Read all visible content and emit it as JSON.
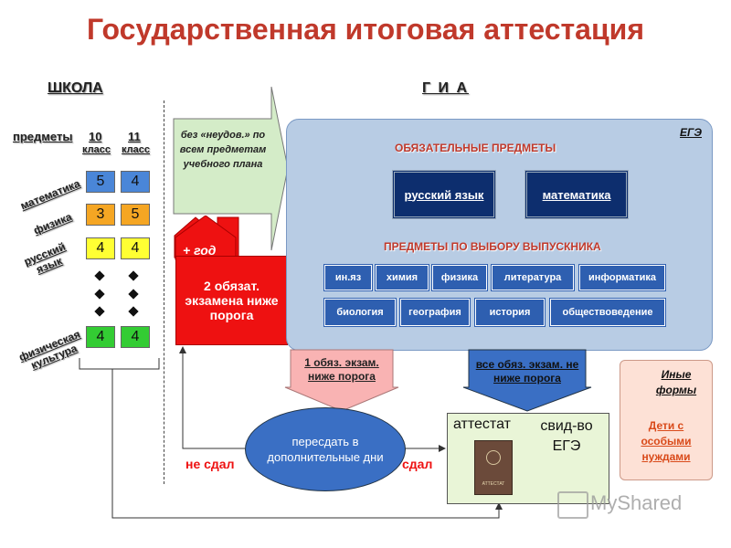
{
  "title": "Государственная итоговая аттестация",
  "school": {
    "header": "ШКОЛА",
    "subjects_header": "предметы",
    "grade10": "10",
    "grade11": "11",
    "class_label": "класс",
    "subjects": [
      {
        "name": "математика",
        "g10": "5",
        "g11": "4"
      },
      {
        "name": "физика",
        "g10": "3",
        "g11": "5"
      },
      {
        "name": "русский язык",
        "g10": "4",
        "g11": "4"
      },
      {
        "name": "физическая культура",
        "g10": "4",
        "g11": "4"
      }
    ]
  },
  "gia": {
    "header": "Г И А",
    "arrow_text": "без «неудов.» по всем предметам учебного плана",
    "ege": {
      "label": "ЕГЭ",
      "mandatory_title": "ОБЯЗАТЕЛЬНЫЕ ПРЕДМЕТЫ",
      "mandatory": [
        "русский язык",
        "математика"
      ],
      "elective_title": "ПРЕДМЕТЫ ПО ВЫБОРУ ВЫПУСКНИКА",
      "electives_row1": [
        "ин.яз",
        "химия",
        "физика",
        "литература",
        "информатика"
      ],
      "electives_row2": [
        "биология",
        "география",
        "история",
        "обществоведение"
      ]
    },
    "plus_year": "+ год",
    "two_exams": "2 обязат. экзамена ниже порога",
    "one_exam": "1 обяз. экзам. ниже порога",
    "all_exams": "все обяз. экзам. не ниже порога",
    "retake": "пересдать в дополнительные дни",
    "failed": "не сдал",
    "passed": "сдал",
    "certificate": "аттестат",
    "ege_cert": "свид-во ЕГЭ",
    "cert_doc_text": "АТТЕСТАТ",
    "other_forms": "Иные формы",
    "special_needs": "Дети с особыми нуждами"
  },
  "watermark": "MyShared",
  "colors": {
    "title": "#c0392b",
    "panel": "#b8cce4",
    "red_box": "#ee1111",
    "dark_button": "#0d2e6e",
    "pill": "#2e5fb0"
  }
}
